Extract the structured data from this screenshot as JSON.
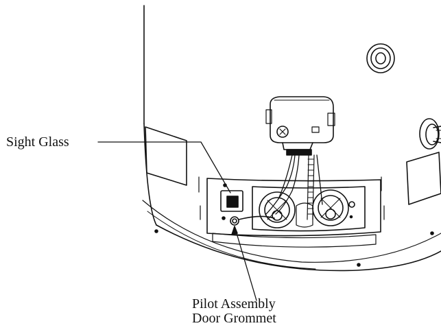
{
  "labels": {
    "sight_glass": "Sight Glass",
    "pilot_line1": "Pilot Assembly",
    "pilot_line2": "Door Grommet"
  }
}
